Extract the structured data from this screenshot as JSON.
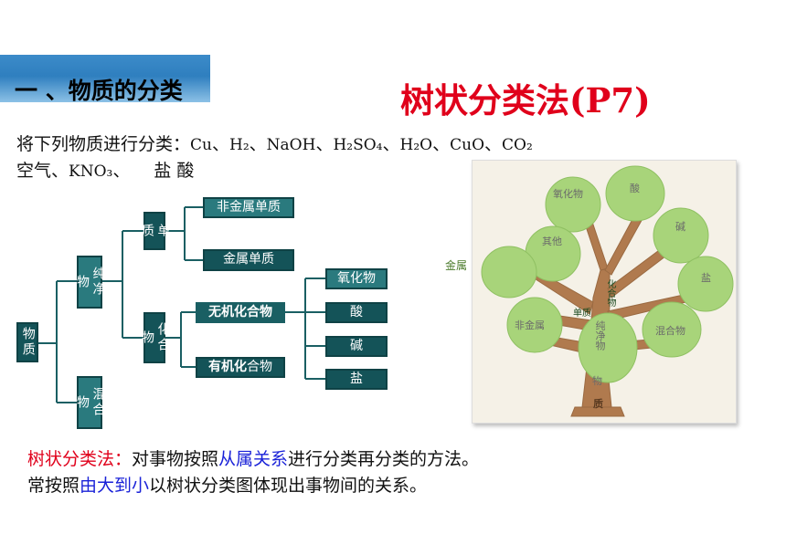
{
  "header": {
    "section_heading": "一 、物质的分类",
    "title": "树状分类法(P7)"
  },
  "task": {
    "prefix": "将下列物质进行分类：",
    "cu": "Cu",
    "sep": "、",
    "h2": "H₂",
    "naoh": "NaOH",
    "h2so4": "H₂SO₄",
    "h2o": "H₂O",
    "cuo": "CuO",
    "co2": "CO₂",
    "air": "空气",
    "kno3": "KNO₃",
    "acid": "盐 酸"
  },
  "diagram": {
    "root": "物质",
    "pure": "纯净物",
    "mixture": "混合物",
    "element": "单质",
    "compound": "化合物",
    "nonmetal_element": "非金属单质",
    "metal_element": "金属单质",
    "inorganic_hl": "无机化",
    "inorganic_rest": "合物",
    "organic_hl": "有机化",
    "organic_rest": "合物",
    "oxide": "氧化物",
    "acid": "酸",
    "base": "碱",
    "salt": "盐"
  },
  "tree": {
    "metal": "金属",
    "leaf_oxide": "氧化物",
    "leaf_acid": "酸",
    "leaf_base": "碱",
    "leaf_other": "其他",
    "leaf_salt": "盐",
    "leaf_nonmetal": "非金属",
    "leaf_mixture": "混合物",
    "branch_compound": "化合物",
    "branch_element": "单质",
    "trunk_pure": "纯净物",
    "trunk_matter": "物",
    "base_text": "质"
  },
  "summary": {
    "term": "树状分类法：",
    "line1_a": "对事物按照",
    "line1_hl": "从属关系",
    "line1_b": "进行分类再分类的方法。",
    "line2_a": "常按照",
    "line2_hl": "由大到小",
    "line2_b": "以树状分类图体现出事物间的关系。"
  },
  "colors": {
    "title_red": "#e0001b",
    "highlight_blue": "#1a22d8",
    "box_teal": "#1a5f63",
    "header_blue": "#2f7fbf",
    "leaf_green": "#a8d47a",
    "trunk_brown": "#b07a4e"
  }
}
